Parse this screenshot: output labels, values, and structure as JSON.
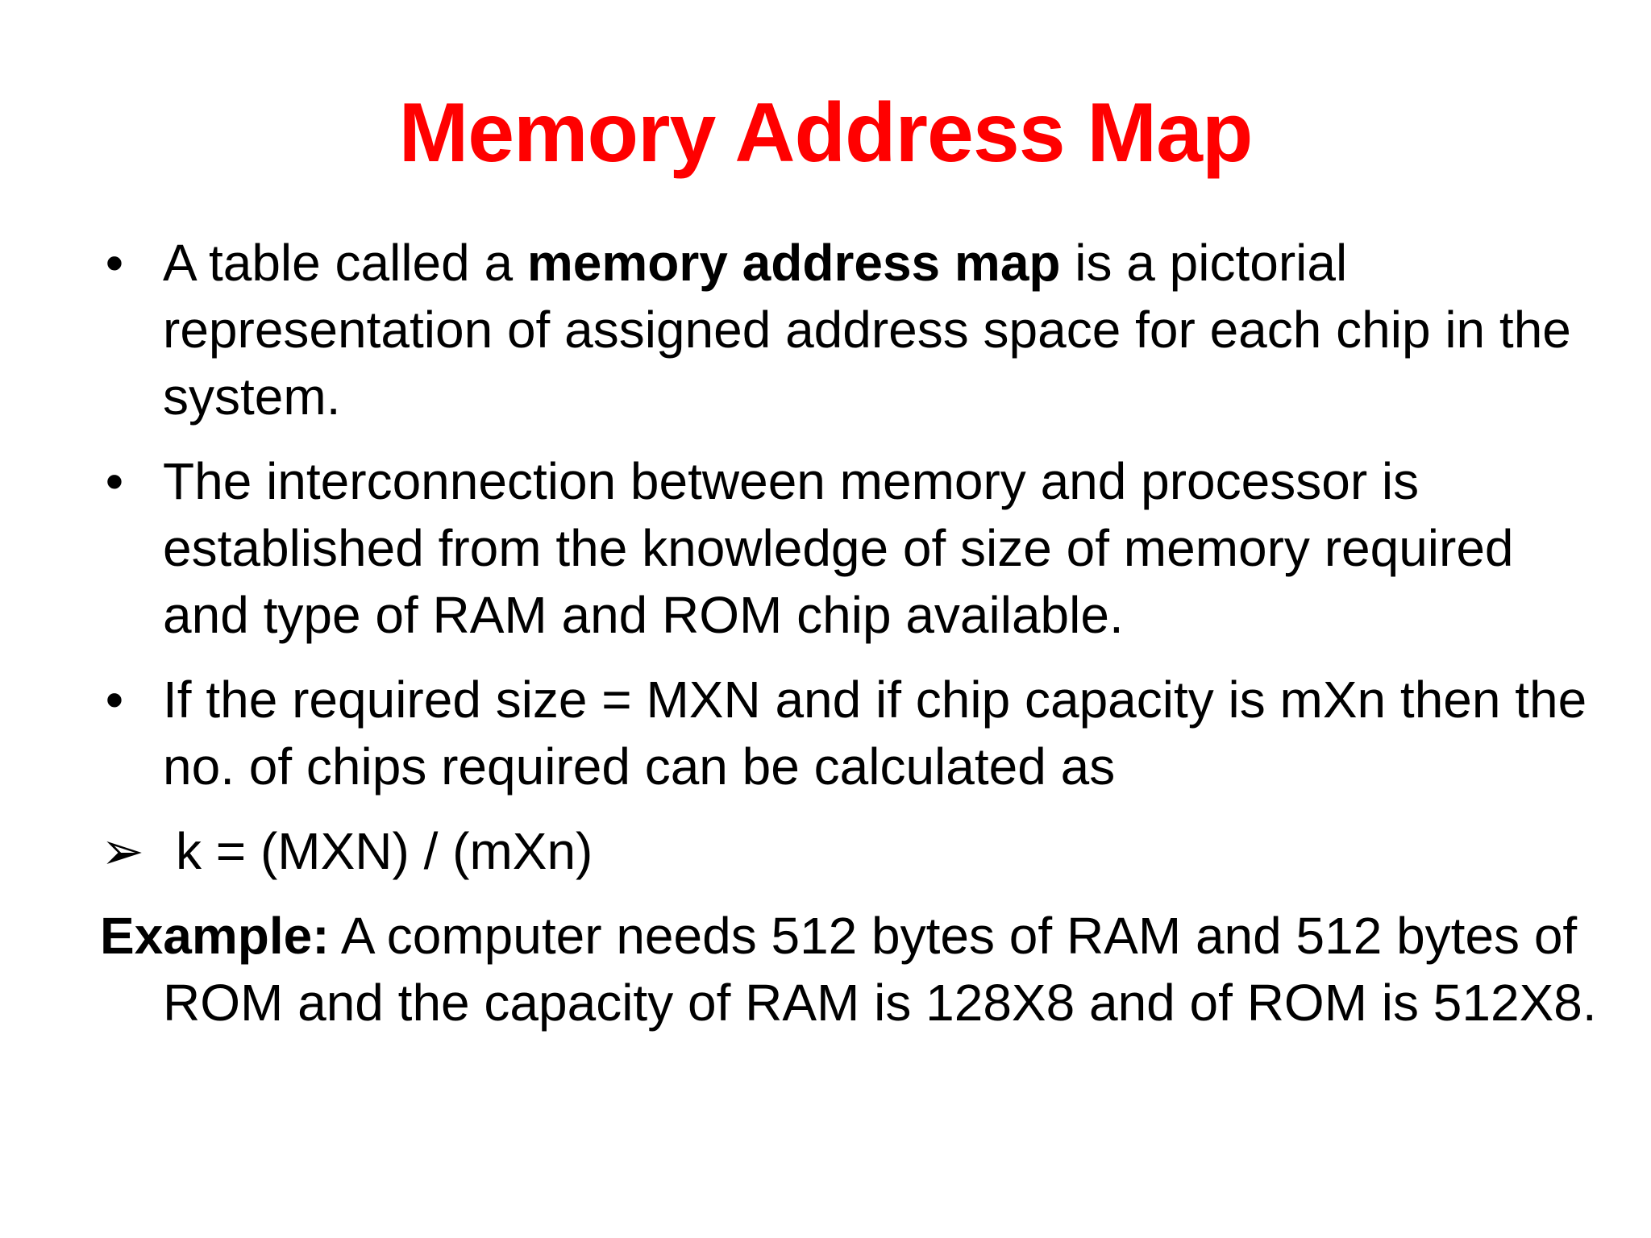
{
  "slide": {
    "title": "Memory Address Map",
    "title_color": "#ff0000",
    "bullet_symbol": "•",
    "arrow_symbol": "➢",
    "items": [
      {
        "pre": "A table called a ",
        "bold": "memory address map",
        "post": " is a pictorial representation of assigned address space for each chip in the system."
      },
      {
        "text": "The interconnection between memory and processor is established from the knowledge of size of memory required and type of RAM and ROM chip available."
      },
      {
        "text": "If the required size = MXN and if chip capacity is mXn then the no. of chips required can be calculated as"
      }
    ],
    "formula": "k = (MXN) / (mXn)",
    "example": {
      "label": "Example:",
      "text": " A computer needs 512 bytes of RAM and 512 bytes of ROM and the capacity of RAM is 128X8 and of ROM is 512X8."
    }
  }
}
